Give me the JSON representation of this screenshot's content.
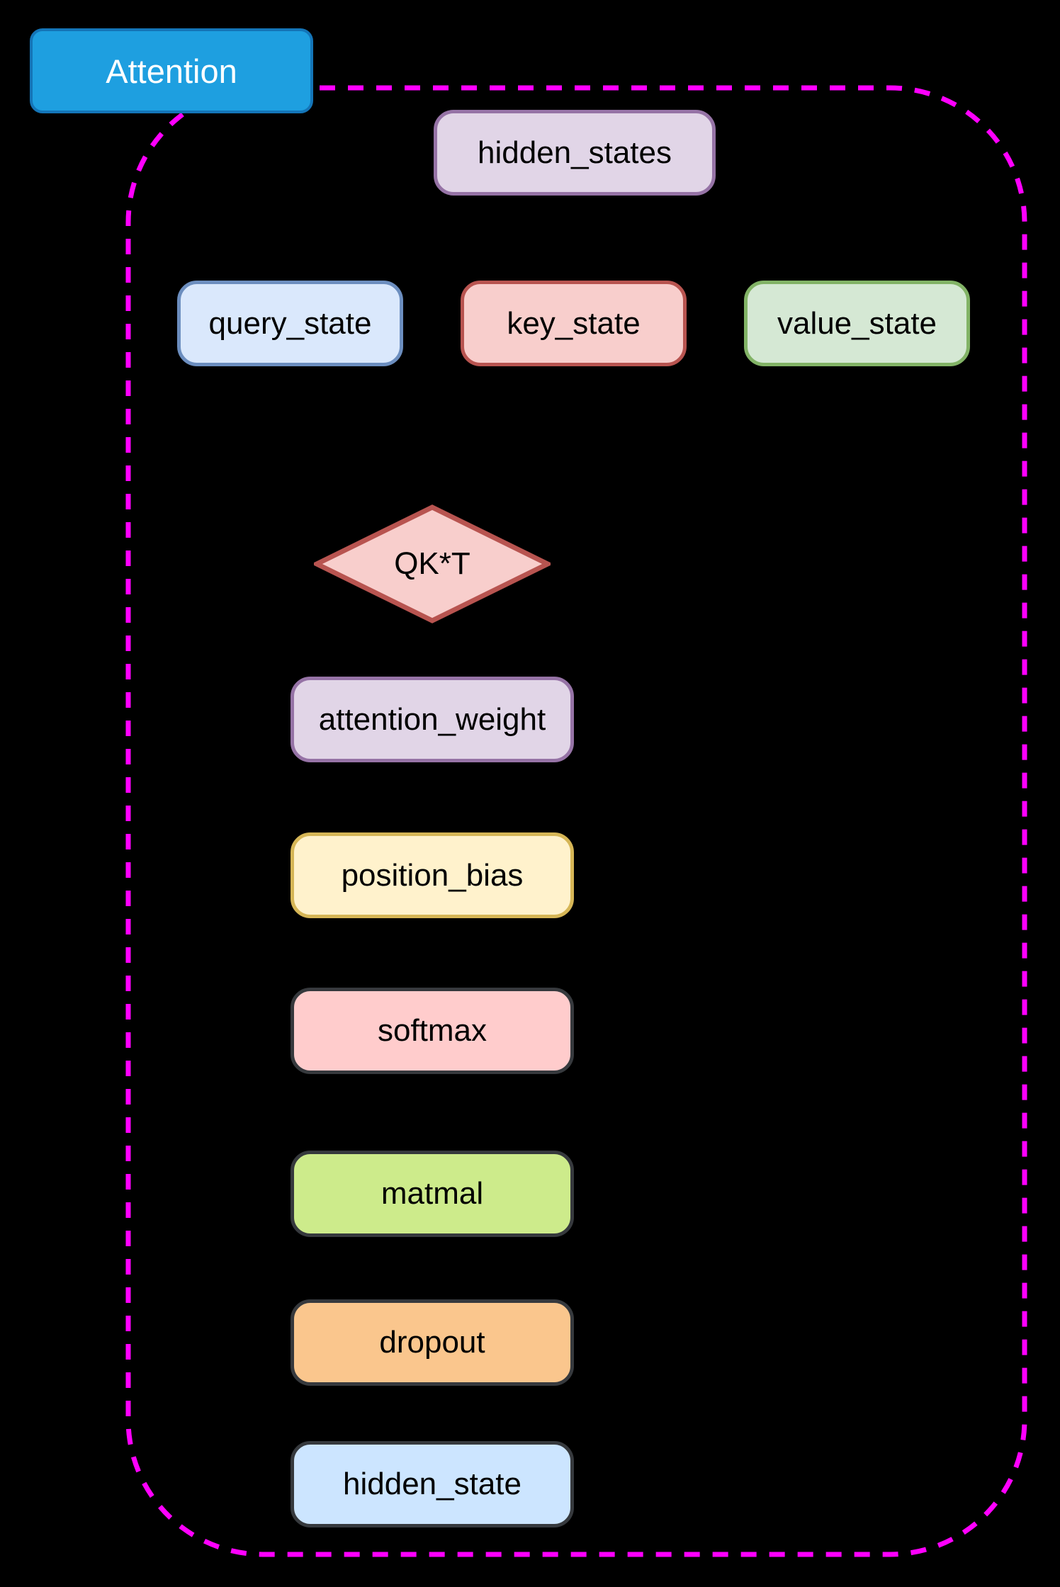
{
  "diagram": {
    "title": {
      "label": "Attention",
      "fill": "#1E9FE0",
      "stroke": "#1475B8",
      "text_color": "#FFFFFF"
    },
    "container": {
      "stroke": "#FF00FF",
      "border_style": "dashed",
      "background": "#000000"
    },
    "nodes": [
      {
        "id": "hidden_states",
        "label": "hidden_states",
        "shape": "rounded-rect",
        "fill": "#E1D5E7",
        "stroke": "#9673A6"
      },
      {
        "id": "query_state",
        "label": "query_state",
        "shape": "rounded-rect",
        "fill": "#DAE8FC",
        "stroke": "#6C8EBF"
      },
      {
        "id": "key_state",
        "label": "key_state",
        "shape": "rounded-rect",
        "fill": "#F8CECC",
        "stroke": "#B85450"
      },
      {
        "id": "value_state",
        "label": "value_state",
        "shape": "rounded-rect",
        "fill": "#D5E8D4",
        "stroke": "#82B366"
      },
      {
        "id": "qkt",
        "label": "QK*T",
        "shape": "diamond",
        "fill": "#F8CECC",
        "stroke": "#B85450"
      },
      {
        "id": "attention_weight",
        "label": "attention_weight",
        "shape": "rounded-rect",
        "fill": "#E1D5E7",
        "stroke": "#9673A6"
      },
      {
        "id": "position_bias",
        "label": "position_bias",
        "shape": "rounded-rect",
        "fill": "#FFF2CC",
        "stroke": "#D6B656"
      },
      {
        "id": "softmax",
        "label": "softmax",
        "shape": "rounded-rect",
        "fill": "#FFCCCC",
        "stroke": "#36393D"
      },
      {
        "id": "matmal",
        "label": "matmal",
        "shape": "rounded-rect",
        "fill": "#CDEB8B",
        "stroke": "#36393D"
      },
      {
        "id": "dropout",
        "label": "dropout",
        "shape": "rounded-rect",
        "fill": "#FAC68D",
        "stroke": "#36393D"
      },
      {
        "id": "hidden_state",
        "label": "hidden_state",
        "shape": "rounded-rect",
        "fill": "#CCE5FF",
        "stroke": "#36393D"
      }
    ]
  }
}
